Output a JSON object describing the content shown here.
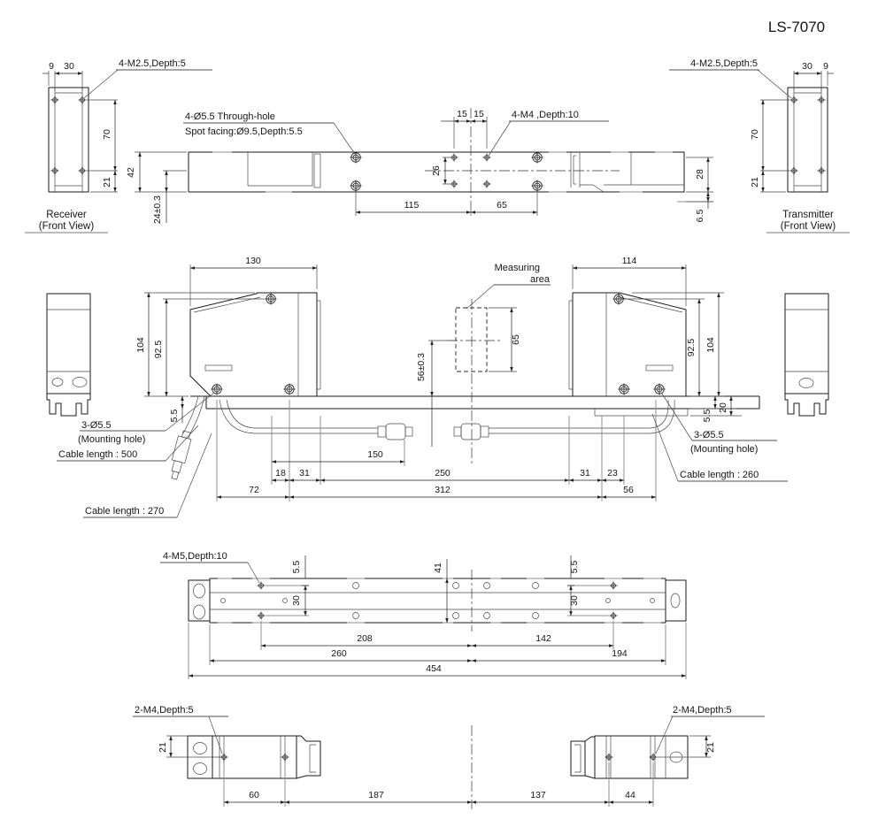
{
  "colors": {
    "ink": "#1a1a1a",
    "leader_gray": "#8a8a8a",
    "background": "#ffffff"
  },
  "labels": {
    "title": "LS-7070",
    "receiver": "Receiver",
    "transmitter": "Transmitter",
    "front_view": "(Front View)",
    "callout_m25": "4-M2.5,Depth:5",
    "callout_through_hole_1": "4-Ø5.5 Through-hole",
    "callout_through_hole_2": "Spot facing:Ø9.5,Depth:5.5",
    "callout_m4_top": "4-M4 ,Depth:10",
    "callout_m5": "4-M5,Depth:10",
    "callout_m4_bottom": "2-M4,Depth:5",
    "callout_mount3": "3-Ø5.5",
    "mounting_hole": "(Mounting hole)",
    "measuring_1": "Measuring",
    "measuring_2": "area",
    "cable_500": "Cable length : 500",
    "cable_270": "Cable length : 270",
    "cable_260": "Cable length : 260",
    "d9": "9",
    "d30": "30",
    "d70": "70",
    "d21": "21",
    "d15": "15",
    "d26": "26",
    "d42": "42",
    "d24": "24±0.3",
    "d115": "115",
    "d65": "65",
    "d28": "28",
    "d6_5": "6.5",
    "d130": "130",
    "d114": "114",
    "d104": "104",
    "d92_5": "92.5",
    "d5_5": "5.5",
    "d20": "20",
    "d56t": "56±0.3",
    "d150": "150",
    "d18": "18",
    "d31": "31",
    "d250": "250",
    "d23": "23",
    "d72": "72",
    "d312": "312",
    "d56": "56",
    "d41": "41",
    "d208": "208",
    "d142": "142",
    "d260": "260",
    "d194": "194",
    "d454": "454",
    "d60": "60",
    "d187": "187",
    "d137": "137",
    "d44": "44"
  }
}
